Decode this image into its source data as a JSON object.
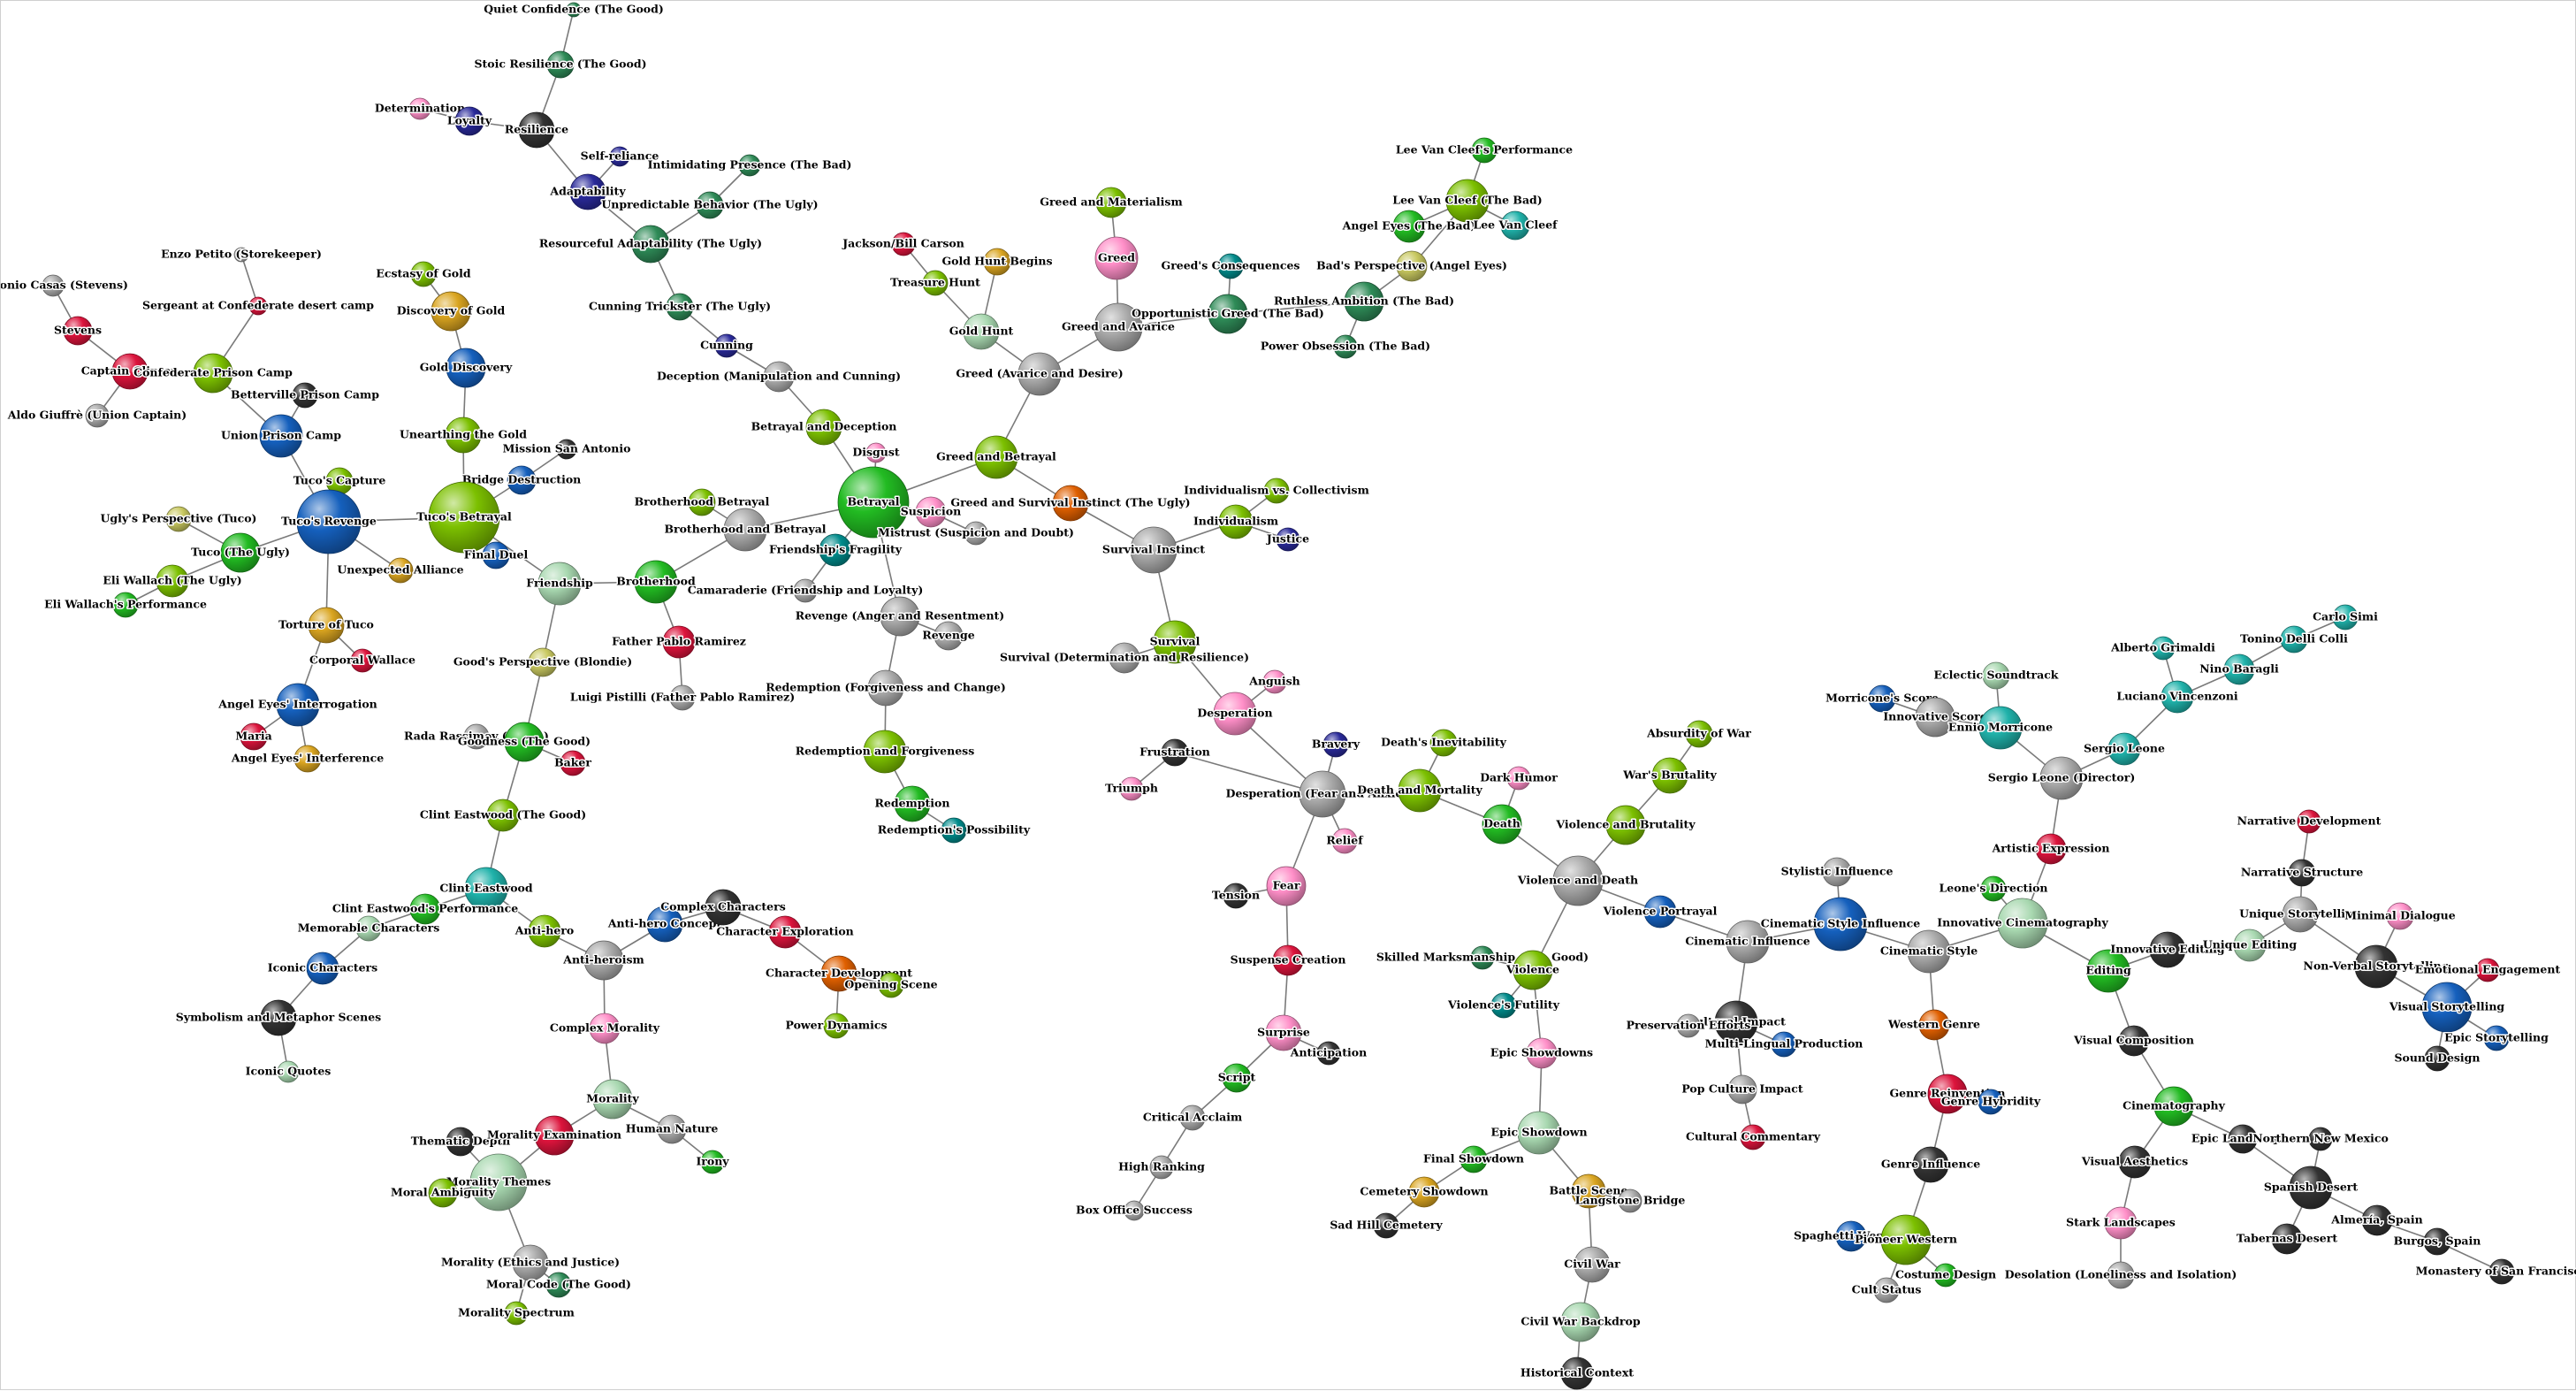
{
  "graph": {
    "nodes": [
      {
        "label": "Quiet Confidence (The Good)",
        "color": "#2e8b57"
      },
      {
        "label": "Stoic Resilience (The Good)",
        "color": "#2e8b57"
      },
      {
        "label": "Determination",
        "color": "#ff8fc8"
      },
      {
        "label": "Loyalty",
        "color": "#2a2a9a"
      },
      {
        "label": "Resilience",
        "color": "#333333"
      },
      {
        "label": "Self-reliance",
        "color": "#2a2a9a"
      },
      {
        "label": "Adaptability",
        "color": "#2a2a9a"
      },
      {
        "label": "Intimidating Presence (The Bad)",
        "color": "#2e8b57"
      },
      {
        "label": "Unpredictable Behavior (The Ugly)",
        "color": "#2e8b57"
      },
      {
        "label": "Resourceful Adaptability (The Ugly)",
        "color": "#2e8b57"
      },
      {
        "label": "Cunning Trickster (The Ugly)",
        "color": "#2e8b57"
      },
      {
        "label": "Cunning",
        "color": "#2a2a9a"
      },
      {
        "label": "Deception (Manipulation and Cunning)",
        "color": "#aaaaaa"
      },
      {
        "label": "Betrayal and Deception",
        "color": "#7cc000"
      },
      {
        "label": "Disgust",
        "color": "#ff8fc8"
      },
      {
        "label": "Betrayal",
        "color": "#22bb22"
      },
      {
        "label": "Suspicion",
        "color": "#ff8fc8"
      },
      {
        "label": "Mistrust (Suspicion and Doubt)",
        "color": "#aaaaaa"
      },
      {
        "label": "Friendship's Fragility",
        "color": "#008b8b"
      },
      {
        "label": "Camaraderie (Friendship and Loyalty)",
        "color": "#aaaaaa"
      },
      {
        "label": "Revenge (Anger and Resentment)",
        "color": "#aaaaaa"
      },
      {
        "label": "Revenge",
        "color": "#aaaaaa"
      },
      {
        "label": "Redemption (Forgiveness and Change)",
        "color": "#aaaaaa"
      },
      {
        "label": "Redemption and Forgiveness",
        "color": "#7cc000"
      },
      {
        "label": "Redemption",
        "color": "#22bb22"
      },
      {
        "label": "Redemption's Possibility",
        "color": "#008b8b"
      },
      {
        "label": "Brotherhood Betrayal",
        "color": "#7cc000"
      },
      {
        "label": "Brotherhood and Betrayal",
        "color": "#aaaaaa"
      },
      {
        "label": "Brotherhood",
        "color": "#22bb22"
      },
      {
        "label": "Father Pablo Ramirez",
        "color": "#dc143c"
      },
      {
        "label": "Luigi Pistilli (Father Pablo Ramirez)",
        "color": "#aaaaaa"
      },
      {
        "label": "Friendship",
        "color": "#a8d8b0"
      },
      {
        "label": "Good's Perspective (Blondie)",
        "color": "#c8c860"
      },
      {
        "label": "Enzo Petito (Storekeeper)",
        "color": "#aaaaaa"
      },
      {
        "label": "Sergeant at Confederate desert camp",
        "color": "#dc143c"
      },
      {
        "label": "Antonio Casas (Stevens)",
        "color": "#aaaaaa"
      },
      {
        "label": "Stevens",
        "color": "#dc143c"
      },
      {
        "label": "Captain Clinton",
        "color": "#dc143c"
      },
      {
        "label": "Aldo Giuffrè (Union Captain)",
        "color": "#aaaaaa"
      },
      {
        "label": "Confederate Prison Camp",
        "color": "#7cc000"
      },
      {
        "label": "Betterville Prison Camp",
        "color": "#333333"
      },
      {
        "label": "Union Prison Camp",
        "color": "#1560bd"
      },
      {
        "label": "Tuco's Capture",
        "color": "#7cc000"
      },
      {
        "label": "Tuco's Revenge",
        "color": "#1560bd"
      },
      {
        "label": "Ugly's Perspective (Tuco)",
        "color": "#c8c860"
      },
      {
        "label": "Tuco (The Ugly)",
        "color": "#22bb22"
      },
      {
        "label": "Eli Wallach (The Ugly)",
        "color": "#7cc000"
      },
      {
        "label": "Eli Wallach's Performance",
        "color": "#22bb22"
      },
      {
        "label": "Torture of Tuco",
        "color": "#daa520"
      },
      {
        "label": "Corporal Wallace",
        "color": "#dc143c"
      },
      {
        "label": "Angel Eyes' Interrogation",
        "color": "#1560bd"
      },
      {
        "label": "Maria",
        "color": "#dc143c"
      },
      {
        "label": "Angel Eyes' Interference",
        "color": "#daa520"
      },
      {
        "label": "Ecstasy of Gold",
        "color": "#7cc000"
      },
      {
        "label": "Discovery of Gold",
        "color": "#daa520"
      },
      {
        "label": "Gold Discovery",
        "color": "#1560bd"
      },
      {
        "label": "Unearthing the Gold",
        "color": "#7cc000"
      },
      {
        "label": "Mission San Antonio",
        "color": "#333333"
      },
      {
        "label": "Bridge Destruction",
        "color": "#1560bd"
      },
      {
        "label": "Tuco's Betrayal",
        "color": "#7cc000"
      },
      {
        "label": "Unexpected Alliance",
        "color": "#daa520"
      },
      {
        "label": "Final Duel",
        "color": "#1560bd"
      },
      {
        "label": "Rada Rassimov (Maria)",
        "color": "#aaaaaa"
      },
      {
        "label": "Goodness (The Good)",
        "color": "#22bb22"
      },
      {
        "label": "Baker",
        "color": "#dc143c"
      },
      {
        "label": "Clint Eastwood (The Good)",
        "color": "#7cc000"
      },
      {
        "label": "Clint Eastwood",
        "color": "#20b2aa"
      },
      {
        "label": "Clint Eastwood's Performance",
        "color": "#22bb22"
      },
      {
        "label": "Memorable Characters",
        "color": "#a8d8b0"
      },
      {
        "label": "Iconic Characters",
        "color": "#1560bd"
      },
      {
        "label": "Symbolism and Metaphor Scenes",
        "color": "#333333"
      },
      {
        "label": "Iconic Quotes",
        "color": "#a8d8b0"
      },
      {
        "label": "Anti-hero",
        "color": "#7cc000"
      },
      {
        "label": "Anti-heroism",
        "color": "#aaaaaa"
      },
      {
        "label": "Anti-hero Concept",
        "color": "#1560bd"
      },
      {
        "label": "Complex Characters",
        "color": "#333333"
      },
      {
        "label": "Character Exploration",
        "color": "#dc143c"
      },
      {
        "label": "Character Development",
        "color": "#e06000"
      },
      {
        "label": "Opening Scene",
        "color": "#7cc000"
      },
      {
        "label": "Power Dynamics",
        "color": "#7cc000"
      },
      {
        "label": "Complex Morality",
        "color": "#ff8fc8"
      },
      {
        "label": "Morality",
        "color": "#a8d8b0"
      },
      {
        "label": "Human Nature",
        "color": "#aaaaaa"
      },
      {
        "label": "Irony",
        "color": "#22bb22"
      },
      {
        "label": "Thematic Depth",
        "color": "#333333"
      },
      {
        "label": "Morality Examination",
        "color": "#dc143c"
      },
      {
        "label": "Morality Themes",
        "color": "#a8d8b0"
      },
      {
        "label": "Moral Ambiguity",
        "color": "#7cc000"
      },
      {
        "label": "Morality (Ethics and Justice)",
        "color": "#aaaaaa"
      },
      {
        "label": "Moral Code (The Good)",
        "color": "#2e8b57"
      },
      {
        "label": "Morality Spectrum",
        "color": "#7cc000"
      },
      {
        "label": "Greed and Materialism",
        "color": "#7cc000"
      },
      {
        "label": "Greed",
        "color": "#ff8fc8"
      },
      {
        "label": "Jackson/Bill Carson",
        "color": "#dc143c"
      },
      {
        "label": "Gold Hunt Begins",
        "color": "#daa520"
      },
      {
        "label": "Treasure Hunt",
        "color": "#7cc000"
      },
      {
        "label": "Gold Hunt",
        "color": "#a8d8b0"
      },
      {
        "label": "Greed and Avarice",
        "color": "#aaaaaa"
      },
      {
        "label": "Greed (Avarice and Desire)",
        "color": "#aaaaaa"
      },
      {
        "label": "Greed and Betrayal",
        "color": "#7cc000"
      },
      {
        "label": "Greed and Survival Instinct (The Ugly)",
        "color": "#e06000"
      },
      {
        "label": "Greed's Consequences",
        "color": "#008b8b"
      },
      {
        "label": "Opportunistic Greed (The Bad)",
        "color": "#2e8b57"
      },
      {
        "label": "Bad's Perspective (Angel Eyes)",
        "color": "#c8c860"
      },
      {
        "label": "Ruthless Ambition (The Bad)",
        "color": "#2e8b57"
      },
      {
        "label": "Power Obsession (The Bad)",
        "color": "#2e8b57"
      },
      {
        "label": "Lee Van Cleef's Performance",
        "color": "#22bb22"
      },
      {
        "label": "Lee Van Cleef (The Bad)",
        "color": "#7cc000"
      },
      {
        "label": "Angel Eyes (The Bad)",
        "color": "#22bb22"
      },
      {
        "label": "Lee Van Cleef",
        "color": "#20b2aa"
      },
      {
        "label": "Individualism vs. Collectivism",
        "color": "#7cc000"
      },
      {
        "label": "Individualism",
        "color": "#7cc000"
      },
      {
        "label": "Justice",
        "color": "#2a2a9a"
      },
      {
        "label": "Survival Instinct",
        "color": "#aaaaaa"
      },
      {
        "label": "Survival",
        "color": "#7cc000"
      },
      {
        "label": "Survival (Determination and Resilience)",
        "color": "#aaaaaa"
      },
      {
        "label": "Anguish",
        "color": "#ff8fc8"
      },
      {
        "label": "Desperation",
        "color": "#ff8fc8"
      },
      {
        "label": "Frustration",
        "color": "#333333"
      },
      {
        "label": "Triumph",
        "color": "#ff8fc8"
      },
      {
        "label": "Bravery",
        "color": "#2a2a9a"
      },
      {
        "label": "Desperation (Fear and Anxiety)",
        "color": "#aaaaaa"
      },
      {
        "label": "Relief",
        "color": "#ff8fc8"
      },
      {
        "label": "Fear",
        "color": "#ff8fc8"
      },
      {
        "label": "Tension",
        "color": "#333333"
      },
      {
        "label": "Suspense Creation",
        "color": "#dc143c"
      },
      {
        "label": "Surprise",
        "color": "#ff8fc8"
      },
      {
        "label": "Anticipation",
        "color": "#333333"
      },
      {
        "label": "Script",
        "color": "#22bb22"
      },
      {
        "label": "Critical Acclaim",
        "color": "#aaaaaa"
      },
      {
        "label": "High Ranking",
        "color": "#aaaaaa"
      },
      {
        "label": "Box Office Success",
        "color": "#aaaaaa"
      },
      {
        "label": "Death's Inevitability",
        "color": "#7cc000"
      },
      {
        "label": "Death and Mortality",
        "color": "#7cc000"
      },
      {
        "label": "Dark Humor",
        "color": "#ff8fc8"
      },
      {
        "label": "Death",
        "color": "#22bb22"
      },
      {
        "label": "Absurdity of War",
        "color": "#7cc000"
      },
      {
        "label": "War's Brutality",
        "color": "#7cc000"
      },
      {
        "label": "Violence and Brutality",
        "color": "#7cc000"
      },
      {
        "label": "Violence and Death",
        "color": "#aaaaaa"
      },
      {
        "label": "Violence Portrayal",
        "color": "#1560bd"
      },
      {
        "label": "Skilled Marksmanship (The Good)",
        "color": "#2e8b57"
      },
      {
        "label": "Violence",
        "color": "#7cc000"
      },
      {
        "label": "Violence's Futility",
        "color": "#008b8b"
      },
      {
        "label": "Epic Showdowns",
        "color": "#ff8fc8"
      },
      {
        "label": "Epic Showdown",
        "color": "#a8d8b0"
      },
      {
        "label": "Final Showdown",
        "color": "#22bb22"
      },
      {
        "label": "Cemetery Showdown",
        "color": "#daa520"
      },
      {
        "label": "Sad Hill Cemetery",
        "color": "#333333"
      },
      {
        "label": "Battle Scene",
        "color": "#daa520"
      },
      {
        "label": "Langstone Bridge",
        "color": "#aaaaaa"
      },
      {
        "label": "Civil War",
        "color": "#aaaaaa"
      },
      {
        "label": "Civil War Backdrop",
        "color": "#a8d8b0"
      },
      {
        "label": "Historical Context",
        "color": "#333333"
      },
      {
        "label": "Cinematic Influence",
        "color": "#aaaaaa"
      },
      {
        "label": "Cultural Impact",
        "color": "#333333"
      },
      {
        "label": "Preservation Efforts",
        "color": "#aaaaaa"
      },
      {
        "label": "Multi-Lingual Production",
        "color": "#1560bd"
      },
      {
        "label": "Pop Culture Impact",
        "color": "#aaaaaa"
      },
      {
        "label": "Cultural Commentary",
        "color": "#dc143c"
      },
      {
        "label": "Stylistic Influence",
        "color": "#aaaaaa"
      },
      {
        "label": "Cinematic Style Influence",
        "color": "#1560bd"
      },
      {
        "label": "Cinematic Style",
        "color": "#aaaaaa"
      },
      {
        "label": "Western Genre",
        "color": "#e06000"
      },
      {
        "label": "Genre Reinvention",
        "color": "#dc143c"
      },
      {
        "label": "Genre Hybridity",
        "color": "#1560bd"
      },
      {
        "label": "Genre Influence",
        "color": "#333333"
      },
      {
        "label": "Spaghetti Western",
        "color": "#1560bd"
      },
      {
        "label": "Pioneer Western",
        "color": "#7cc000"
      },
      {
        "label": "Costume Design",
        "color": "#22bb22"
      },
      {
        "label": "Cult Status",
        "color": "#aaaaaa"
      },
      {
        "label": "Eclectic Soundtrack",
        "color": "#a8d8b0"
      },
      {
        "label": "Morricone's Score",
        "color": "#1560bd"
      },
      {
        "label": "Innovative Score",
        "color": "#aaaaaa"
      },
      {
        "label": "Ennio Morricone",
        "color": "#20b2aa"
      },
      {
        "label": "Sergio Leone (Director)",
        "color": "#aaaaaa"
      },
      {
        "label": "Artistic Expression",
        "color": "#dc143c"
      },
      {
        "label": "Leone's Direction",
        "color": "#22bb22"
      },
      {
        "label": "Innovative Cinematography",
        "color": "#a8d8b0"
      },
      {
        "label": "Sergio Leone",
        "color": "#20b2aa"
      },
      {
        "label": "Alberto Grimaldi",
        "color": "#20b2aa"
      },
      {
        "label": "Luciano Vincenzoni",
        "color": "#20b2aa"
      },
      {
        "label": "Nino Baragli",
        "color": "#20b2aa"
      },
      {
        "label": "Tonino Delli Colli",
        "color": "#20b2aa"
      },
      {
        "label": "Carlo Simi",
        "color": "#20b2aa"
      },
      {
        "label": "Editing",
        "color": "#22bb22"
      },
      {
        "label": "Innovative Editing",
        "color": "#333333"
      },
      {
        "label": "Unique Editing",
        "color": "#a8d8b0"
      },
      {
        "label": "Unique Storytelling",
        "color": "#aaaaaa"
      },
      {
        "label": "Narrative Structure",
        "color": "#333333"
      },
      {
        "label": "Narrative Development",
        "color": "#dc143c"
      },
      {
        "label": "Minimal Dialogue",
        "color": "#ff8fc8"
      },
      {
        "label": "Non-Verbal Storytelling",
        "color": "#333333"
      },
      {
        "label": "Emotional Engagement",
        "color": "#dc143c"
      },
      {
        "label": "Visual Storytelling",
        "color": "#1560bd"
      },
      {
        "label": "Epic Storytelling",
        "color": "#1560bd"
      },
      {
        "label": "Sound Design",
        "color": "#333333"
      },
      {
        "label": "Visual Composition",
        "color": "#333333"
      },
      {
        "label": "Cinematography",
        "color": "#22bb22"
      },
      {
        "label": "Visual Aesthetics",
        "color": "#333333"
      },
      {
        "label": "Stark Landscapes",
        "color": "#ff8fc8"
      },
      {
        "label": "Desolation (Loneliness and Isolation)",
        "color": "#aaaaaa"
      },
      {
        "label": "Epic Landscapes",
        "color": "#333333"
      },
      {
        "label": "Northern New Mexico",
        "color": "#333333"
      },
      {
        "label": "Spanish Desert",
        "color": "#333333"
      },
      {
        "label": "Tabernas Desert",
        "color": "#333333"
      },
      {
        "label": "Almería, Spain",
        "color": "#333333"
      },
      {
        "label": "Burgos, Spain",
        "color": "#333333"
      },
      {
        "label": "Monastery of San Francisco",
        "color": "#333333"
      }
    ]
  }
}
